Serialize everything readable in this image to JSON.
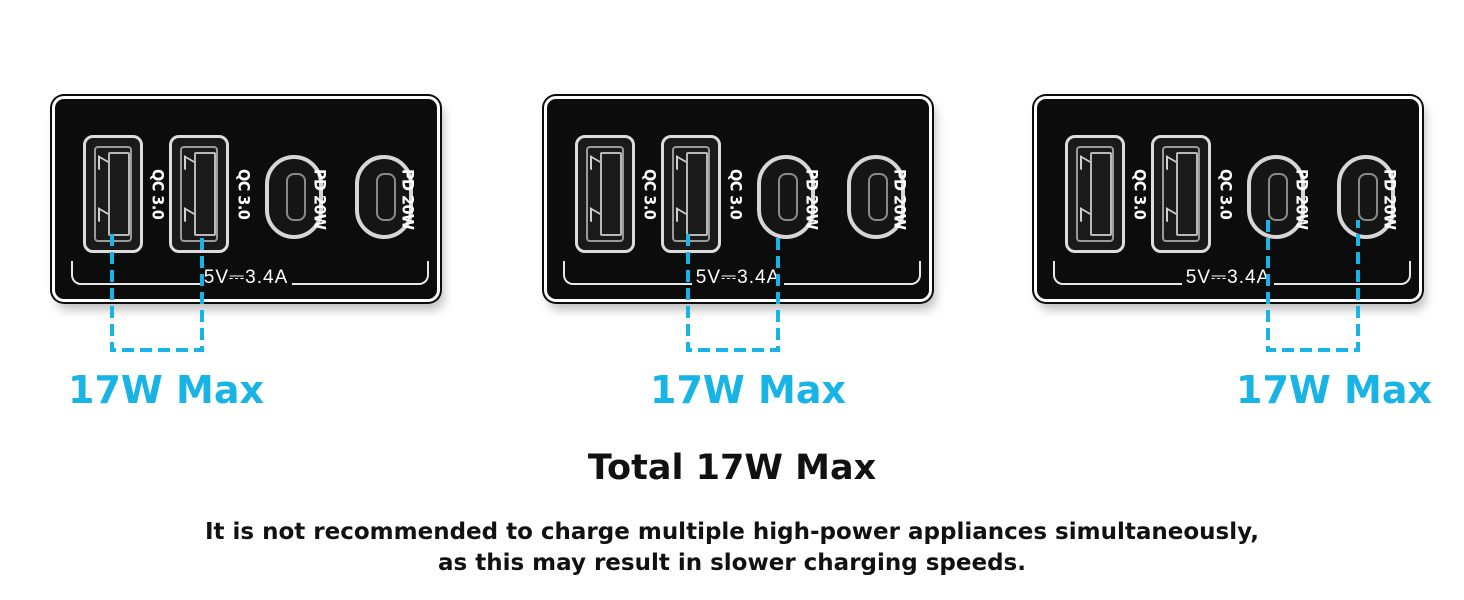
{
  "colors": {
    "accent": "#19b4e6",
    "panel": "#0c0c0c",
    "text": "#111111"
  },
  "panels": [
    {
      "ports": [
        {
          "type": "usb-a",
          "label": "QC 3.0"
        },
        {
          "type": "usb-a",
          "label": "QC 3.0"
        },
        {
          "type": "usb-c",
          "label": "PD 20W"
        },
        {
          "type": "usb-c",
          "label": "PD 20W"
        }
      ],
      "voltage": "5V⎓3.4A",
      "linked_ports": [
        1,
        2
      ],
      "max_label": "17W Max"
    },
    {
      "ports": [
        {
          "type": "usb-a",
          "label": "QC 3.0"
        },
        {
          "type": "usb-a",
          "label": "QC 3.0"
        },
        {
          "type": "usb-c",
          "label": "PD 20W"
        },
        {
          "type": "usb-c",
          "label": "PD 20W"
        }
      ],
      "voltage": "5V⎓3.4A",
      "linked_ports": [
        2,
        3
      ],
      "max_label": "17W Max"
    },
    {
      "ports": [
        {
          "type": "usb-a",
          "label": "QC 3.0"
        },
        {
          "type": "usb-a",
          "label": "QC 3.0"
        },
        {
          "type": "usb-c",
          "label": "PD 20W"
        },
        {
          "type": "usb-c",
          "label": "PD 20W"
        }
      ],
      "voltage": "5V⎓3.4A",
      "linked_ports": [
        3,
        4
      ],
      "max_label": "17W Max"
    }
  ],
  "total": "Total 17W Max",
  "note": {
    "line1": "It is not recommended to charge multiple high-power appliances simultaneously,",
    "line2": "as this may result in slower charging speeds."
  }
}
